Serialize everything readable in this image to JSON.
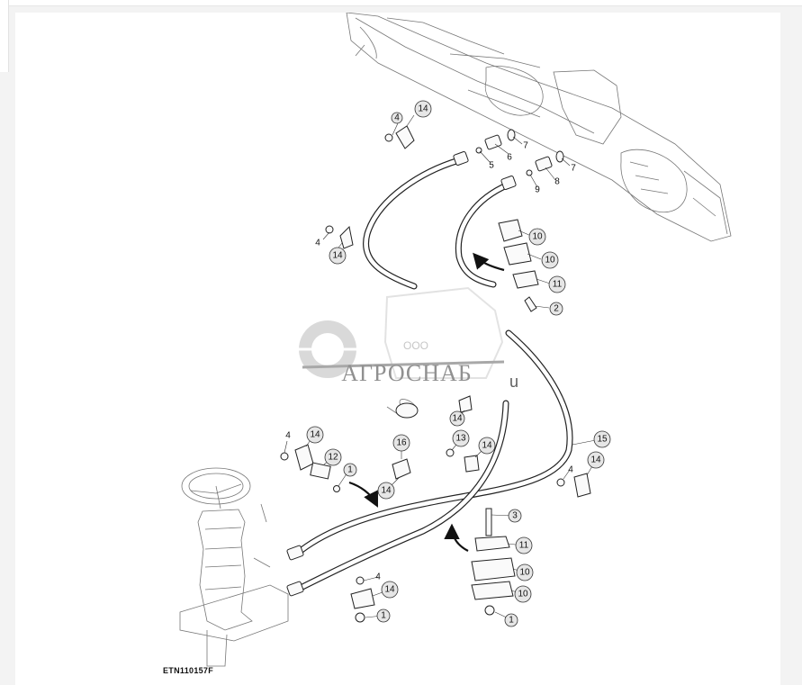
{
  "figure": {
    "code": "ETN110157F"
  },
  "watermark": {
    "prefix": "ООО",
    "name": "АГРОСНАБ",
    "suffix": "u"
  },
  "callouts": {
    "c01": "14",
    "c02": "4",
    "c03": "5",
    "c04": "6",
    "c05": "7",
    "c06": "9",
    "c07": "8",
    "c08": "7",
    "c09": "4",
    "c10": "14",
    "c11": "10",
    "c12": "10",
    "c13": "11",
    "c14": "2",
    "c15": "14",
    "c16": "4",
    "c17": "14",
    "c18": "12",
    "c19": "1",
    "c20": "14",
    "c21": "16",
    "c22": "14",
    "c23": "13",
    "c24": "14",
    "c25": "15",
    "c26": "4",
    "c27": "14",
    "c28": "3",
    "c29": "11",
    "c30": "10",
    "c31": "10",
    "c32": "4",
    "c33": "14",
    "c34": "1",
    "c35": "1"
  }
}
